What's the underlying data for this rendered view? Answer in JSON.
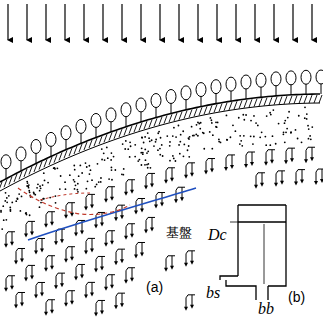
{
  "diagram": {
    "labels": [
      "基盤",
      "(a)",
      "Dc",
      "bs",
      "bb",
      "(b)"
    ]
  }
}
